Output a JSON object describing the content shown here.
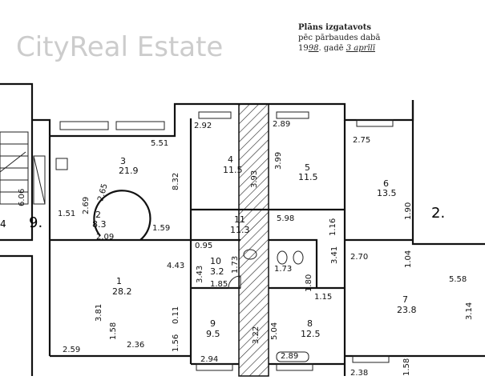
{
  "note": {
    "line1": "Plāns izgatavots",
    "line2": "pēc pārbaudes dabā",
    "year_prefix": "19",
    "year_hand": "98",
    "year_suffix": ". gadē",
    "date_hand": "3 aprīlī"
  },
  "rooms": [
    {
      "number": "1",
      "area": "28.2"
    },
    {
      "number": "2",
      "area": "8.3"
    },
    {
      "number": "3",
      "area": "21.9"
    },
    {
      "number": "4",
      "area": "11.5"
    },
    {
      "number": "5",
      "area": "11.5"
    },
    {
      "number": "6",
      "area": "13.5"
    },
    {
      "number": "7",
      "area": "23.8"
    },
    {
      "number": "8",
      "area": "12.5"
    },
    {
      "number": "9",
      "area": "9.5"
    },
    {
      "number": "10",
      "area": "3.2"
    },
    {
      "number": "11",
      "area": "11.3"
    }
  ],
  "dimensions": [
    "5.51",
    "2.92",
    "2.89",
    "2.75",
    "8.32",
    "3.93",
    "3.99",
    "2.65",
    "2.69",
    "1.59",
    "1.51",
    "6.06",
    "5.98",
    "1.16",
    "3.41",
    "0.95",
    "4.43",
    "3.43",
    "1.73",
    "1.85",
    "1.73",
    "1.80",
    "1.15",
    "2.70",
    "1.04",
    "5.58",
    "3.14",
    "3.81",
    "1.58",
    "2.36",
    "0.11",
    "1.56",
    "3.22",
    "5.04",
    "2.59",
    "2.94",
    "2.89",
    "2.38",
    "1.58",
    "2.09",
    "1.90"
  ],
  "stair_labels": {
    "left": "9.",
    "right": "2.",
    "edge": "4"
  },
  "watermark": "CityReal Estate"
}
